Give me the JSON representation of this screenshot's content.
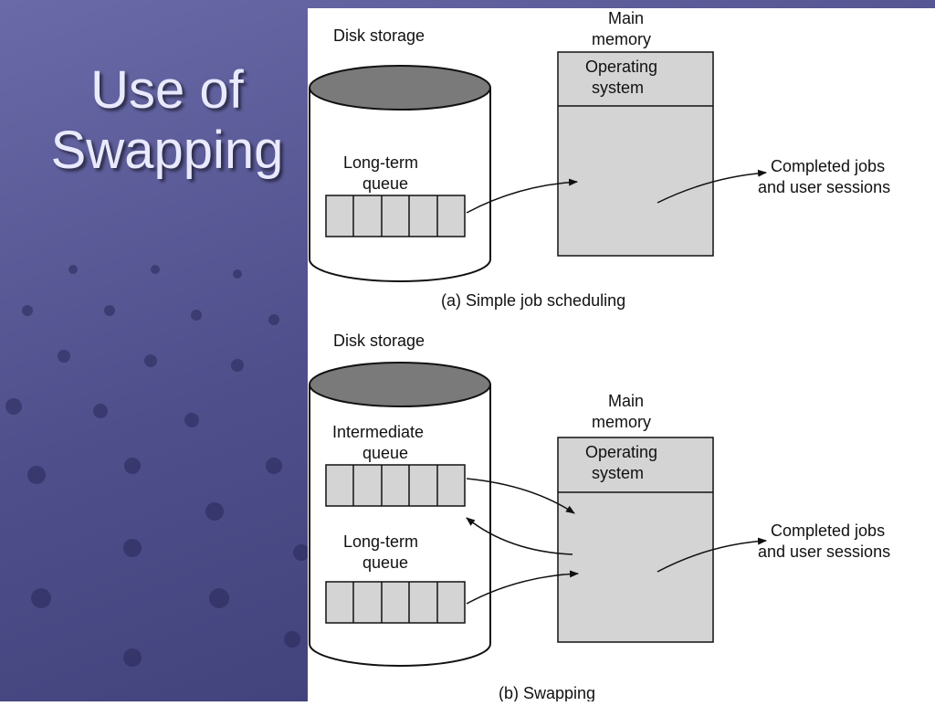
{
  "slide": {
    "title_line1": "Use of",
    "title_line2": "Swapping",
    "background_color": "#5a5a98",
    "title_color": "#e9e9ff"
  },
  "figure": {
    "panel_a": {
      "disk_label": "Disk storage",
      "memory_label_line1": "Main",
      "memory_label_line2": "memory",
      "os_label_line1": "Operating",
      "os_label_line2": "system",
      "queue_label_line1": "Long-term",
      "queue_label_line2": "queue",
      "completed_line1": "Completed jobs",
      "completed_line2": "and user sessions",
      "caption": "(a) Simple job scheduling"
    },
    "panel_b": {
      "disk_label": "Disk storage",
      "memory_label_line1": "Main",
      "memory_label_line2": "memory",
      "os_label_line1": "Operating",
      "os_label_line2": "system",
      "intermediate_label_line1": "Intermediate",
      "intermediate_label_line2": "queue",
      "queue_label_line1": "Long-term",
      "queue_label_line2": "queue",
      "completed_line1": "Completed jobs",
      "completed_line2": "and user sessions",
      "caption": "(b) Swapping"
    },
    "colors": {
      "disk_top": "#7a7a7a",
      "memory_fill": "#d4d4d4",
      "queue_fill": "#d4d4d4",
      "stroke": "#111111"
    }
  }
}
